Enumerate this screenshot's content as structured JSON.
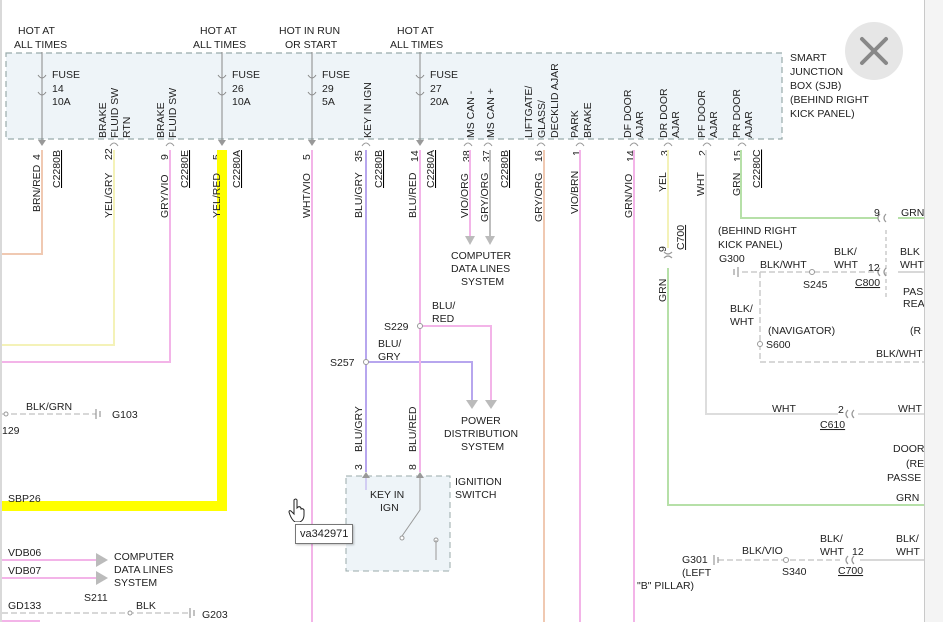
{
  "viewer": {
    "close_icon": "close-icon",
    "tooltip": "va342971",
    "cursor_icon": "hand-pointer-icon"
  },
  "colors": {
    "yellow": "#ffff00",
    "pink": "#f3b4e8",
    "violet": "#b7a6ee",
    "tan": "#f0c9b2",
    "light_yellow": "#f4f2b8",
    "green": "#b6e0a8",
    "grey": "#bdbdbd",
    "junction_box": "#eef4f8"
  },
  "diagram": {
    "top_labels": [
      {
        "id": "hot1-l1",
        "text": "HOT AT"
      },
      {
        "id": "hot1-l2",
        "text": "ALL TIMES"
      },
      {
        "id": "hot2-l1",
        "text": "HOT AT"
      },
      {
        "id": "hot2-l2",
        "text": "ALL TIMES"
      },
      {
        "id": "run-l1",
        "text": "HOT IN RUN"
      },
      {
        "id": "run-l2",
        "text": "OR START"
      },
      {
        "id": "hot3-l1",
        "text": "HOT AT"
      },
      {
        "id": "hot3-l2",
        "text": "ALL TIMES"
      }
    ],
    "sjb": [
      "SMART",
      "JUNCTION",
      "BOX (SJB)",
      "(BEHIND RIGHT",
      "KICK PANEL)"
    ],
    "fuses": [
      {
        "name": "FUSE",
        "num": "14",
        "amp": "10A"
      },
      {
        "name": "FUSE",
        "num": "26",
        "amp": "10A"
      },
      {
        "name": "FUSE",
        "num": "29",
        "amp": "5A"
      },
      {
        "name": "FUSE",
        "num": "27",
        "amp": "20A"
      }
    ],
    "box_labels": [
      "BRAKE",
      "FLUID SW",
      "RTN",
      "BRAKE",
      "FLUID SW",
      "KEY IN IGN",
      "MS CAN -",
      "MS CAN +",
      "LIFTGATE/",
      "GLASS/",
      "DECKLID AJAR",
      "PARK",
      "BRAKE",
      "DF DOOR",
      "AJAR",
      "DR DOOR",
      "AJAR",
      "PF DOOR",
      "AJAR",
      "PR DOOR",
      "AJAR"
    ],
    "pins": [
      "4",
      "22",
      "9",
      "5",
      "5",
      "35",
      "14",
      "38",
      "37",
      "16",
      "1",
      "14",
      "3",
      "2",
      "15"
    ],
    "connectors": [
      "C2280B",
      "C2280E",
      "C2280A",
      "C2280B",
      "C2280A",
      "C2280B",
      "C2280C"
    ],
    "wires": [
      "BRN/RED",
      "YEL/GRY",
      "GRY/VIO",
      "YEL/RED",
      "WHT/VIO",
      "BLU/GRY",
      "BLU/RED",
      "VIO/ORG",
      "GRY/ORG",
      "GRY/ORG",
      "VIO/BRN",
      "GRN/VIO",
      "YEL",
      "WHT",
      "GRN"
    ],
    "labels": {
      "computer_data_1": [
        "COMPUTER",
        "DATA LINES",
        "SYSTEM"
      ],
      "s229": "S229",
      "blu_red_1": "BLU/",
      "blu_red_2": "RED",
      "s257": "S257",
      "blu_gry_1": "BLU/",
      "blu_gry_2": "GRY",
      "power_dist": [
        "POWER",
        "DISTRIBUTION",
        "SYSTEM"
      ],
      "blu_gry_v": "BLU/GRY",
      "blu_red_v": "BLU/RED",
      "pin3": "3",
      "pin8": "8",
      "key_in_ign": [
        "KEY IN",
        "IGN"
      ],
      "ignition_switch": [
        "IGNITION",
        "SWITCH"
      ],
      "blk_grn": "BLK/GRN",
      "g103": "G103",
      "n129": "129",
      "sbp26": "SBP26",
      "vdb06": "VDB06",
      "vdb07": "VDB07",
      "computer_data_2": [
        "COMPUTER",
        "DATA LINES",
        "SYSTEM"
      ],
      "gd133": "GD133",
      "s211": "S211",
      "blk": "BLK",
      "g203": "G203",
      "pin9_c700": "9",
      "c700": "C700",
      "grn_v": "GRN",
      "behind_kick": [
        "(BEHIND RIGHT",
        "KICK PANEL)"
      ],
      "g300": "G300",
      "blk_wht_1": "BLK/WHT",
      "blk_wht_2a": "BLK/",
      "blk_wht_2b": "WHT",
      "s245": "S245",
      "pin12": "12",
      "c800": "C800",
      "pin9_r": "9",
      "grn_r": "GRN",
      "blk_r1": "BLK",
      "wht_r1": "WHT",
      "pas": "PAS",
      "rea": "REA",
      "blk_wht_3a": "BLK/",
      "blk_wht_3b": "WHT",
      "navigator": "(NAVIGATOR)",
      "s600": "S600",
      "r_paren": "(R",
      "blk_wht_4": "BLK/WHT",
      "wht_1": "WHT",
      "pin2": "2",
      "wht_2": "WHT",
      "c610": "C610",
      "door": "DOOR",
      "re": "(RE",
      "passe": "PASSE",
      "grn_2": "GRN",
      "g301": [
        "G301",
        "(LEFT",
        "\"B\" PILLAR)"
      ],
      "blk_vio": "BLK/VIO",
      "blk_wht_5a": "BLK/",
      "blk_wht_5b": "WHT",
      "pin12b": "12",
      "c700b": "C700",
      "s340": "S340",
      "blk_wht_6a": "BLK/",
      "blk_wht_6b": "WHT"
    }
  }
}
